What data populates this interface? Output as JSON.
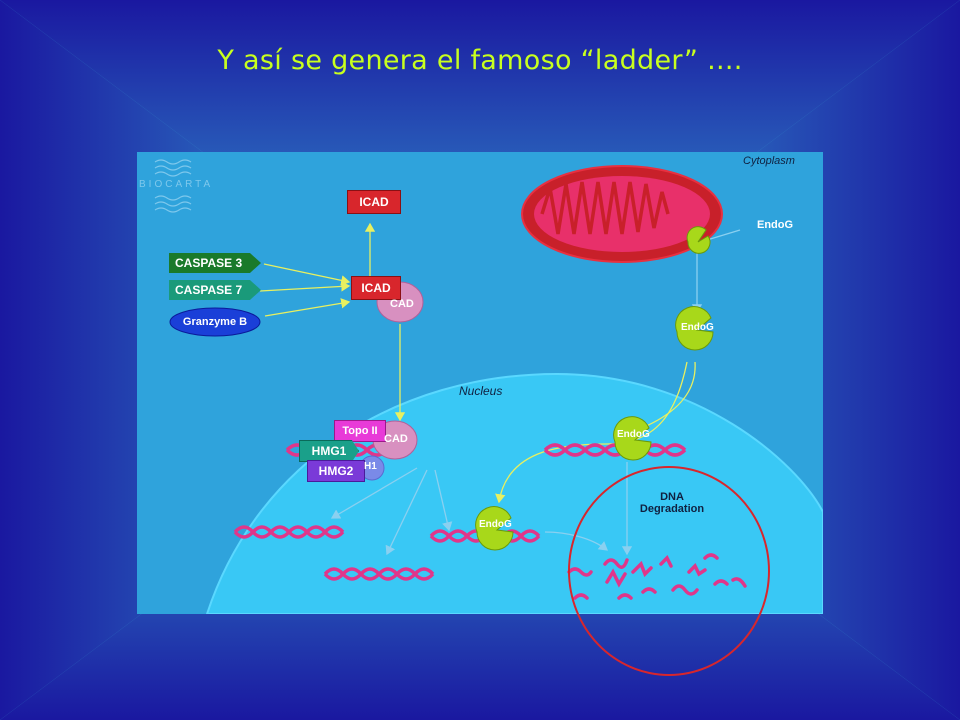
{
  "slide": {
    "title": "Y así se genera el famoso “ladder” ....",
    "title_color": "#c8ff1e"
  },
  "diagram": {
    "logo_text": "BIOCARTA",
    "region_labels": {
      "cytoplasm": "Cytoplasm",
      "nucleus": "Nucleus"
    },
    "nodes": {
      "icad_top": "ICAD",
      "icad": "ICAD",
      "cad": "CAD",
      "caspase3": "CASPASE 3",
      "caspase7": "CASPASE 7",
      "granzyme_b": "Granzyme B",
      "endog_label": "EndoG",
      "endog_cyto": "EndoG",
      "endog_nuc_right": "EndoG",
      "endog_nuc_left": "EndoG",
      "topo_ii": "Topo II",
      "cad_nuc": "CAD",
      "hmg1": "HMG1",
      "hmg2": "HMG2",
      "h1": "H1",
      "dna_degradation": "DNA Degradation"
    },
    "colors": {
      "panel": "#2fa3dc",
      "nucleus": "#39c8f5",
      "icad": "#d8262c",
      "caspase3": "#1a7a2a",
      "caspase7": "#1a9a7a",
      "granzyme": "#1a3fd8",
      "endog": "#a8d81a",
      "topo": "#e83ad8",
      "hmg": "#1aa08a",
      "hmg2": "#7a3ad8",
      "dna": "#e0368a",
      "arrow": "#e8f060",
      "highlight_circle": "#d8262c"
    }
  }
}
